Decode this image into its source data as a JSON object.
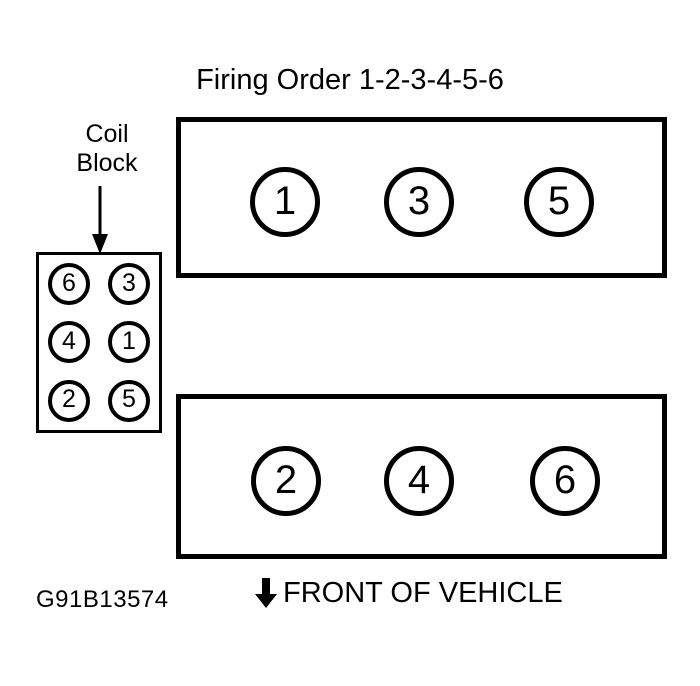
{
  "diagram": {
    "title": "Firing Order 1-2-3-4-5-6",
    "reference_code": "G91B13574",
    "front_label": "FRONT OF VEHICLE",
    "front_arrow_icon": "down-arrow-icon",
    "coil_label_line1": "Coil",
    "coil_label_line2": "Block",
    "leader_arrow_icon": "down-arrow-leader-icon",
    "stroke_color": "#000000",
    "background_color": "#ffffff"
  },
  "banks": [
    {
      "name": "top-bank",
      "cylinders": [
        "1",
        "3",
        "5"
      ]
    },
    {
      "name": "bottom-bank",
      "cylinders": [
        "2",
        "4",
        "6"
      ]
    }
  ],
  "coil_block": {
    "rows": [
      [
        "6",
        "3"
      ],
      [
        "4",
        "1"
      ],
      [
        "2",
        "5"
      ]
    ]
  }
}
